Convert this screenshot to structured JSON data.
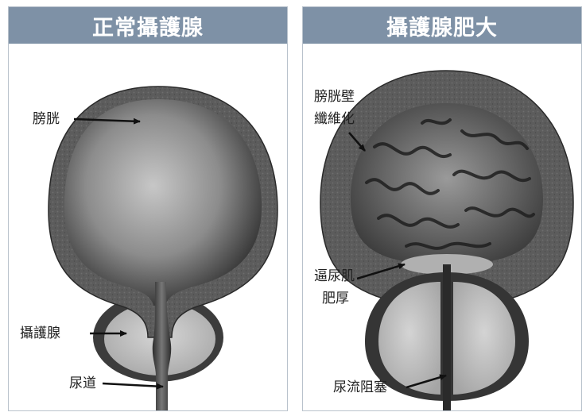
{
  "left_panel": {
    "title": "正常攝護腺",
    "labels": {
      "bladder": "膀胱",
      "prostate": "攝護腺",
      "urethra": "尿道"
    }
  },
  "right_panel": {
    "title": "攝護腺肥大",
    "labels": {
      "wall_line1": "膀胱壁",
      "wall_line2": "纖維化",
      "detrusor_line1": "逼尿肌",
      "detrusor_line2": "肥厚",
      "obstruction": "尿流阻塞"
    }
  },
  "colors": {
    "header_bg": "#7e91a6",
    "header_text": "#ffffff",
    "wall": "#5a5a5a",
    "prostate": "#c9c9c9"
  }
}
